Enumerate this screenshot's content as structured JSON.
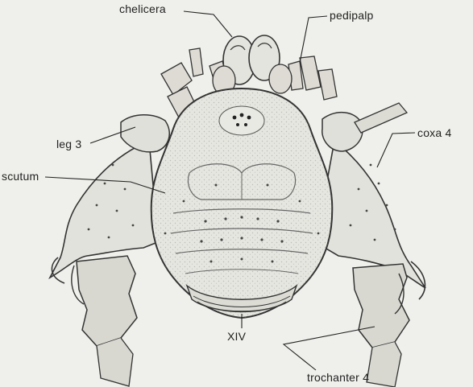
{
  "labels": {
    "chelicera": "chelicera",
    "pedipalp": "pedipalp",
    "leg3": "leg 3",
    "coxa4": "coxa 4",
    "scutum": "scutum",
    "segment": "XIV",
    "trochanter4": "trochanter 4"
  },
  "colors": {
    "background": "#efefeb",
    "ink": "#333333",
    "shading": "#c9c9c2",
    "body": "#e6e6e0"
  }
}
